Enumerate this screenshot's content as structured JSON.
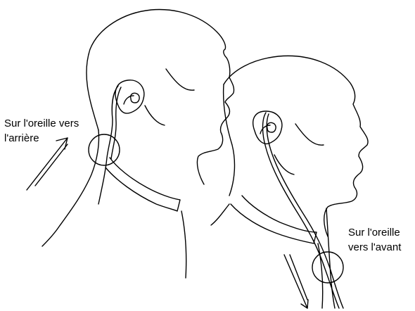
{
  "labels": {
    "behind_ear": {
      "line1": "Sur l'oreille vers",
      "line2": "l'arrière"
    },
    "front_ear": {
      "line1": "Sur l'oreille",
      "line2": "vers l'avant"
    }
  },
  "colors": {
    "stroke": "#000000",
    "background": "#ffffff"
  }
}
